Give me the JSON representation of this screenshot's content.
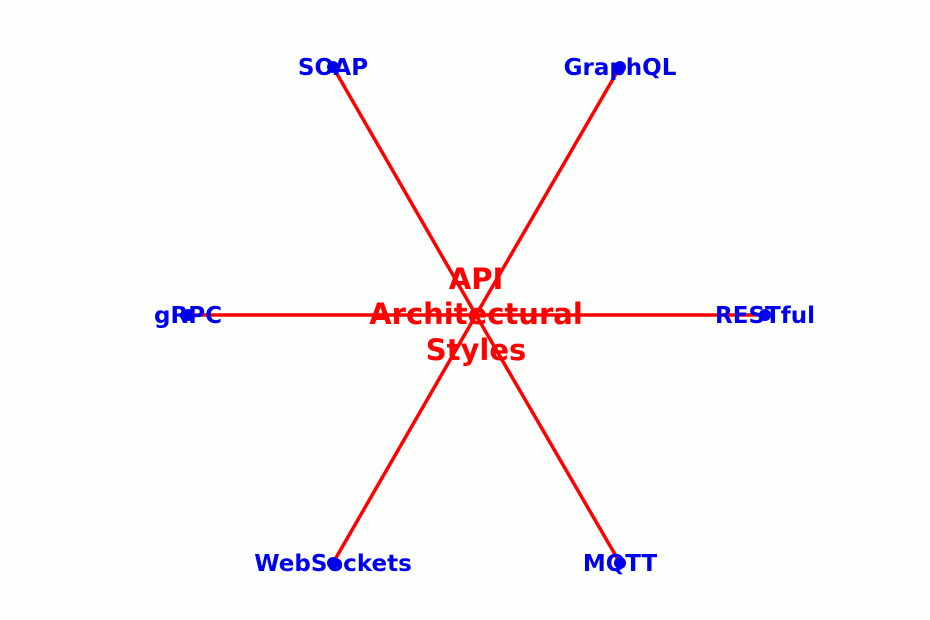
{
  "center": {
    "label_lines": [
      "API",
      "Architectural",
      "Styles"
    ],
    "color": "#ff0000"
  },
  "edge_color": "#ff0000",
  "node_color": "#0000ee",
  "nodes": [
    {
      "label": "SOAP",
      "direction": "upper-left"
    },
    {
      "label": "GraphQL",
      "direction": "upper-right"
    },
    {
      "label": "gRPC",
      "direction": "left"
    },
    {
      "label": "RESTful",
      "direction": "right"
    },
    {
      "label": "WebSockets",
      "direction": "lower-left"
    },
    {
      "label": "MQTT",
      "direction": "lower-right"
    }
  ]
}
